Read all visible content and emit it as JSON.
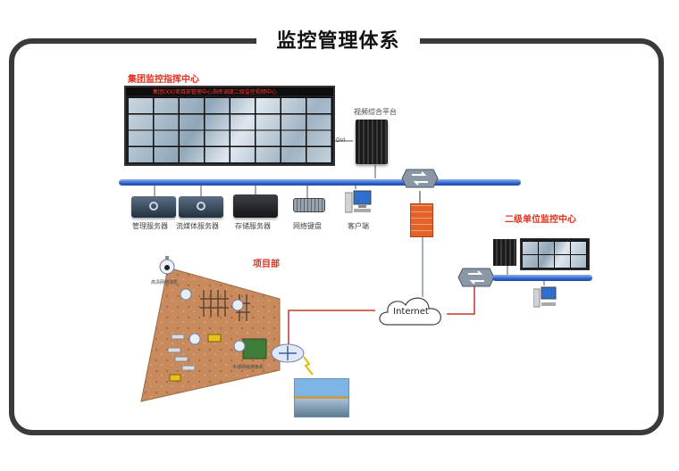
{
  "title": "监控管理体系",
  "hq": {
    "label": "集团监控指挥中心",
    "wall_banner": "集团(XX)项目部管理中心指挥调度二级监控视频中心",
    "video_platform": "视频综合平台",
    "dvi": "DVI"
  },
  "devices": [
    {
      "label": "管理服务器",
      "icon": "server-icon"
    },
    {
      "label": "流媒体服务器",
      "icon": "server-icon"
    },
    {
      "label": "存储服务器",
      "icon": "storage-icon"
    },
    {
      "label": "网络键盘",
      "icon": "keyboard-icon"
    },
    {
      "label": "客户端",
      "icon": "computer-icon"
    }
  ],
  "project": {
    "label": "项目部",
    "camera_label": "高清网络球机",
    "dome_label": "半球网络摄像机"
  },
  "internet": "Internet",
  "branch": {
    "label": "二级单位监控中心"
  },
  "colors": {
    "accent_red": "#e0301e",
    "bus_blue": "#2f63c8",
    "frame": "#3a3a3a",
    "link_red": "#c0392b"
  }
}
